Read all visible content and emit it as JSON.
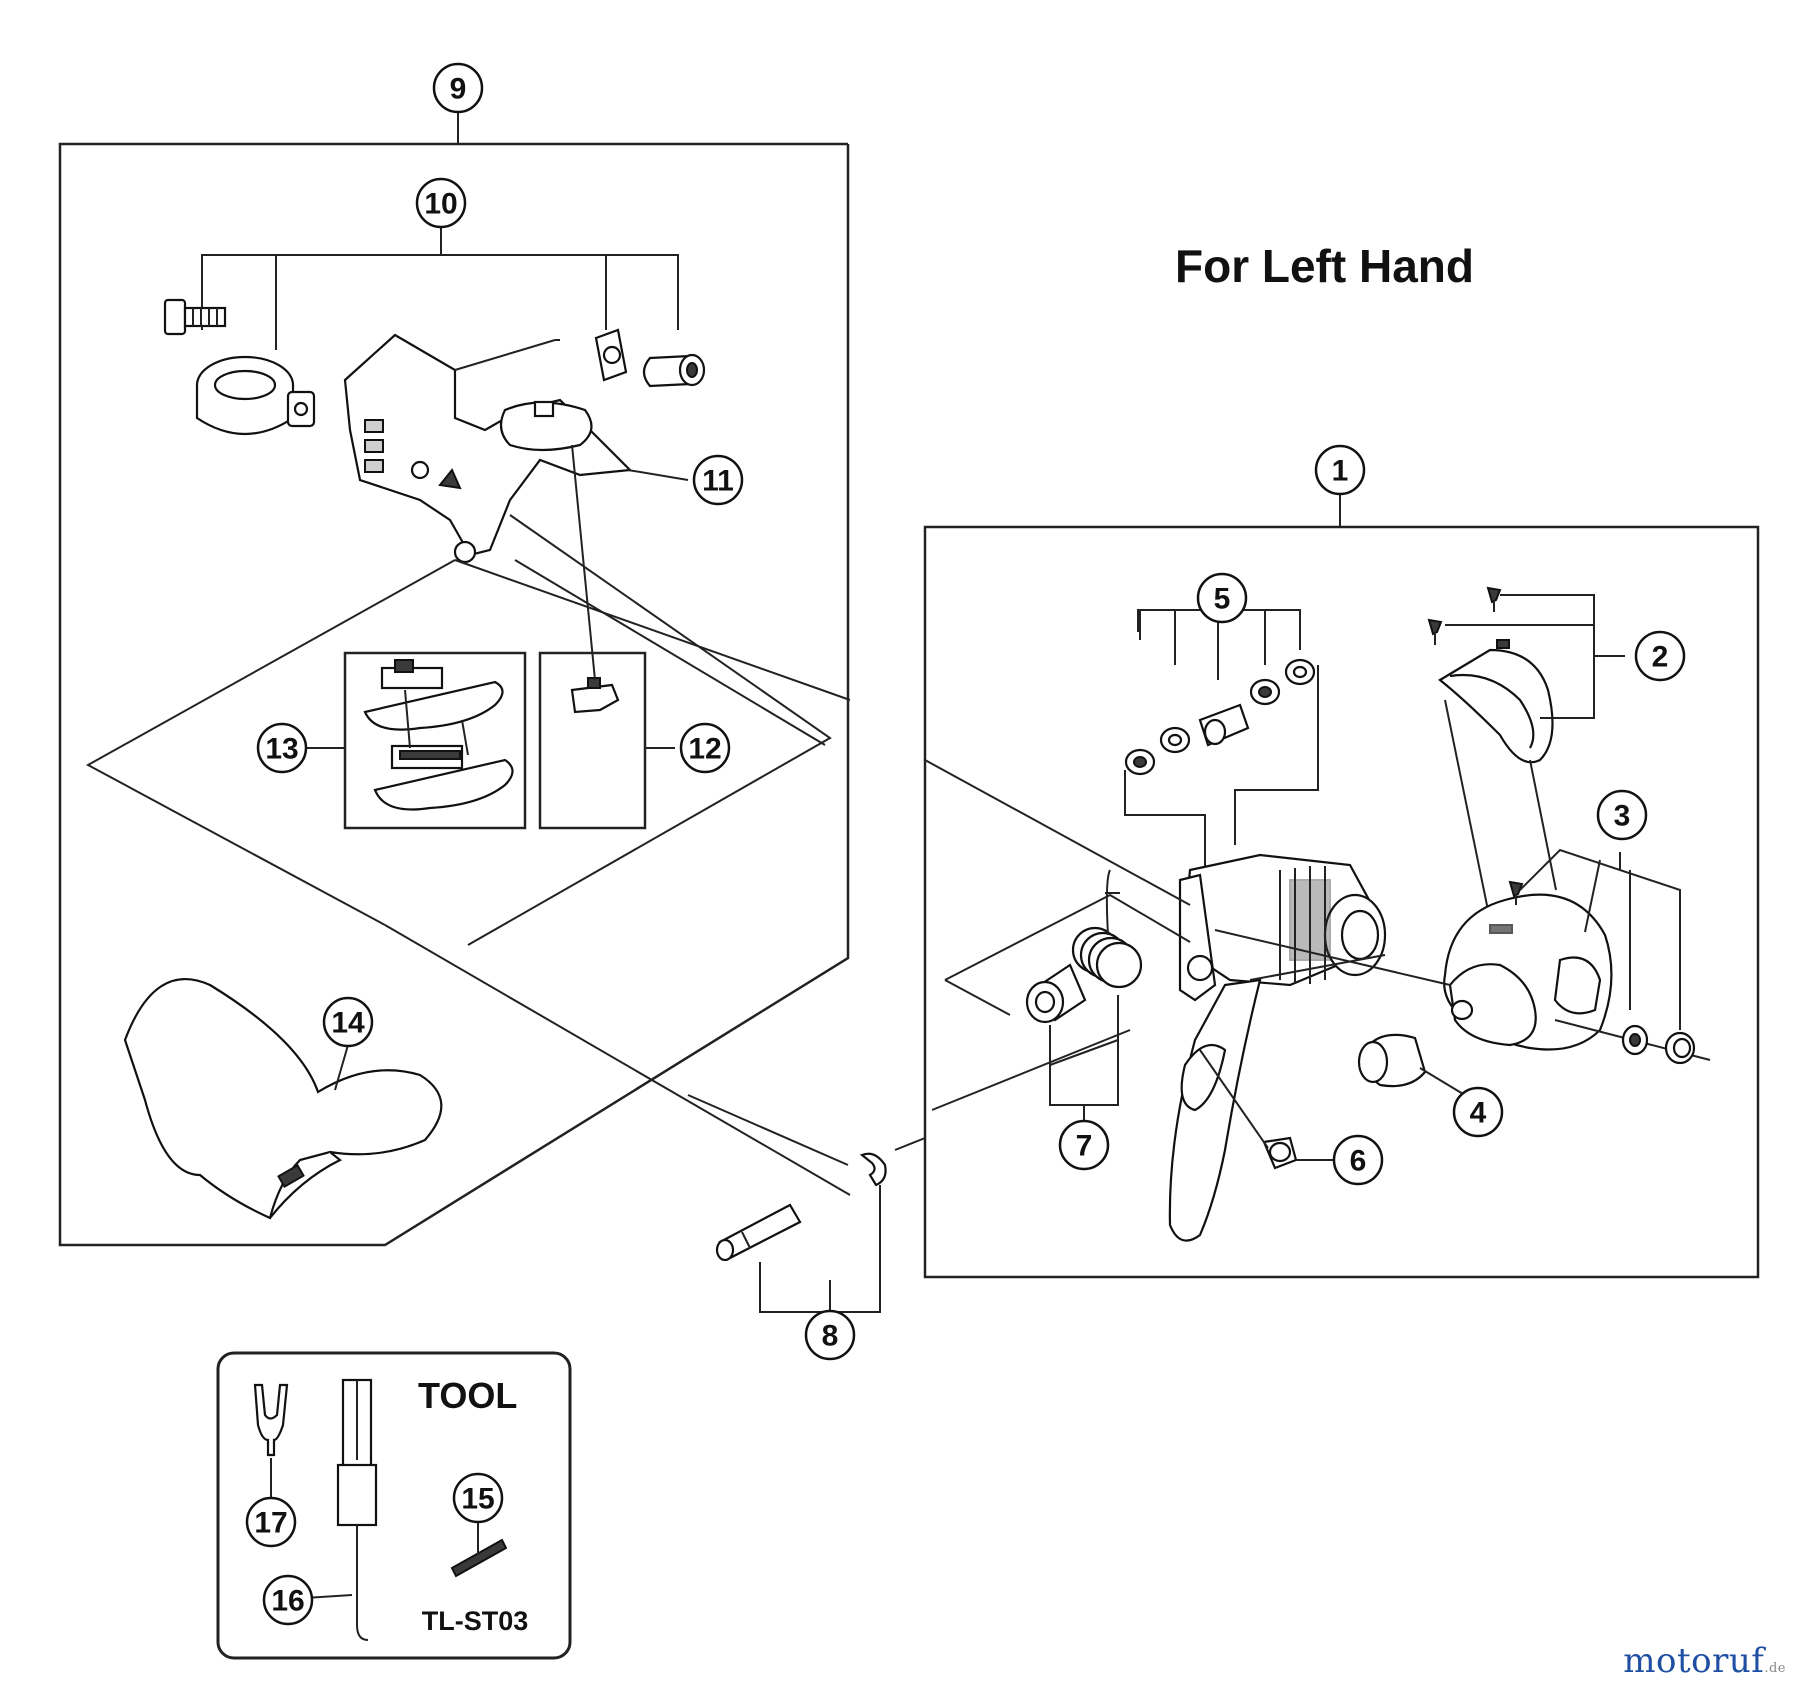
{
  "title": "For Left Hand",
  "tool": {
    "title": "TOOL",
    "code": "TL-ST03"
  },
  "brand": {
    "name_main": "motoruf",
    "name_domain": ".de"
  },
  "callouts": [
    "1",
    "2",
    "3",
    "4",
    "5",
    "6",
    "7",
    "8",
    "9",
    "10",
    "11",
    "12",
    "13",
    "14",
    "15",
    "16",
    "17"
  ],
  "colors": {
    "line": "#111111",
    "brand_blue": "#1e4fa3",
    "brand_orange": "#e07a10"
  }
}
